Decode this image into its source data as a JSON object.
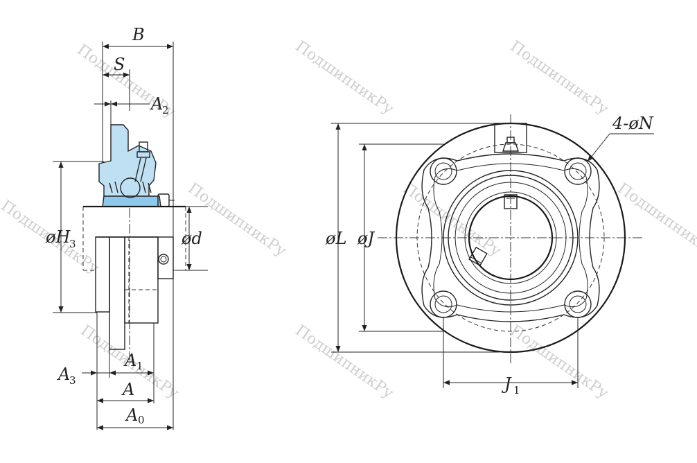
{
  "watermark": "ПодшипникРу",
  "side_view": {
    "labels": {
      "B": "B",
      "S": "S",
      "A2_main": "A",
      "A2_sub": "2",
      "H3_main": "øH",
      "H3_sub": "3",
      "d": "ød",
      "A1_main": "A",
      "A1_sub": "1",
      "A3_main": "A",
      "A3_sub": "3",
      "A": "A",
      "A0_main": "A",
      "A0_sub": "0"
    }
  },
  "front_view": {
    "labels": {
      "N": "4-øN",
      "L": "øL",
      "J": "øJ",
      "J1_main": "J",
      "J1_sub": "1"
    }
  },
  "colors": {
    "housing_fill": "#bfe0f3",
    "outer_ring_fill": "#8ec8ea",
    "line": "#222222",
    "watermark": "#cfcfcf"
  }
}
